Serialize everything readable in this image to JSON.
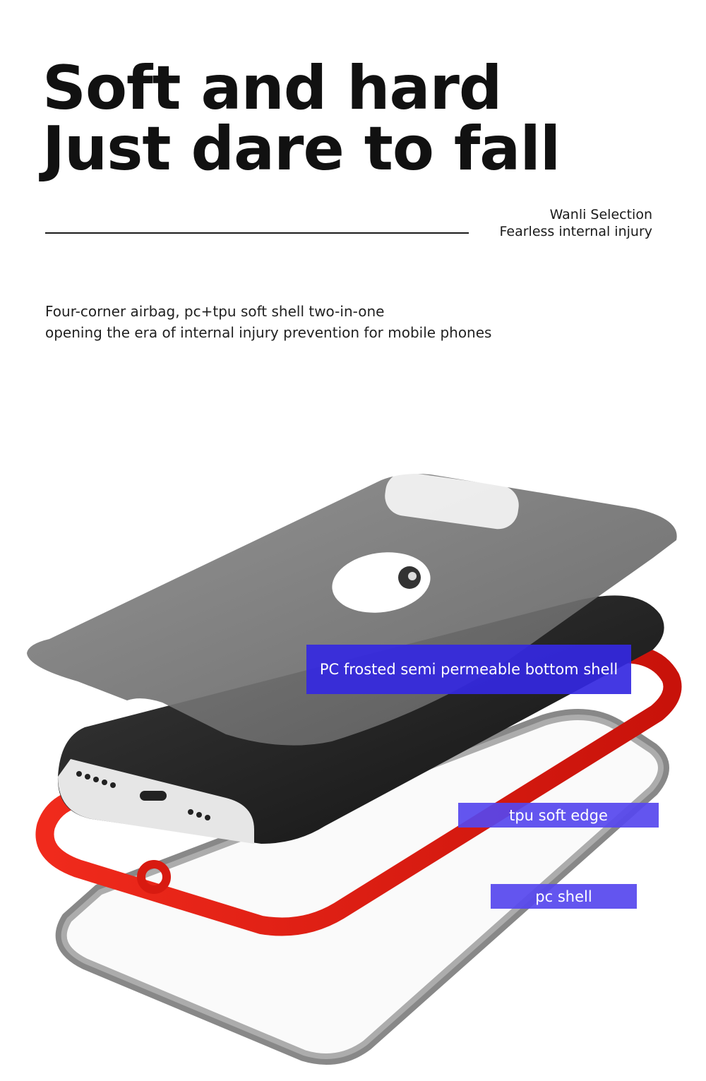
{
  "header": {
    "headline_line1": "Soft and hard",
    "headline_line2": "Just dare to fall"
  },
  "brand": {
    "line1": "Wanli Selection",
    "line2": "Fearless internal injury"
  },
  "intro": {
    "line1": "Four-corner airbag, pc+tpu soft shell two-in-one",
    "line2": "opening the era of internal injury prevention for mobile phones"
  },
  "callouts": {
    "bottom_shell": "PC frosted semi permeable bottom shell",
    "soft_edge": "tpu soft edge",
    "pc_shell": "pc shell"
  },
  "colors": {
    "callout_primary": "#3428e1",
    "callout_secondary": "#5646ee",
    "tpu_edge": "#e0190f",
    "frosted_shell": "#6e6e6e"
  }
}
